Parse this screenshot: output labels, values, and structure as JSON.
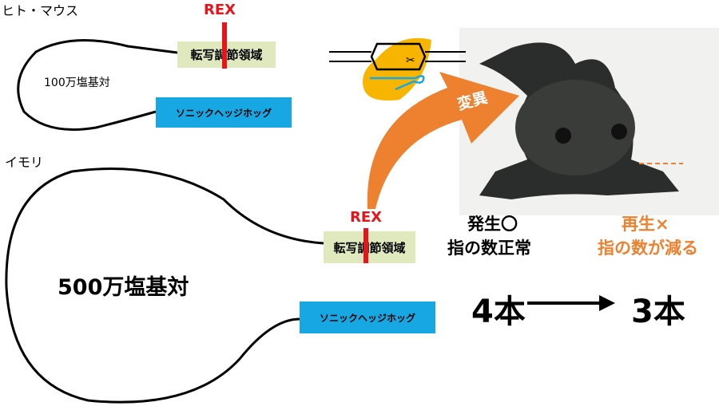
{
  "human": {
    "label": "ヒト・マウス",
    "genome_size": "100万塩基対",
    "rex": "REX",
    "enhancer": "転写調節領域",
    "gene": "ソニックヘッジホッグ"
  },
  "newt": {
    "label": "イモリ",
    "genome_size": "500万塩基対",
    "rex": "REX",
    "enhancer": "転写調節領域",
    "gene": "ソニックヘッジホッグ"
  },
  "mutation": {
    "label": "変異"
  },
  "development": {
    "line1": "発生〇",
    "line2": "指の数正常"
  },
  "regeneration": {
    "line1": "再生×",
    "line2": "指の数が減る"
  },
  "digits": {
    "before": "4本",
    "after": "3本"
  },
  "colors": {
    "orange": "#ee8130",
    "red": "#e8141b",
    "blue": "#17a8e3",
    "green": "#e0e8bd",
    "yellow": "#f7b500"
  }
}
